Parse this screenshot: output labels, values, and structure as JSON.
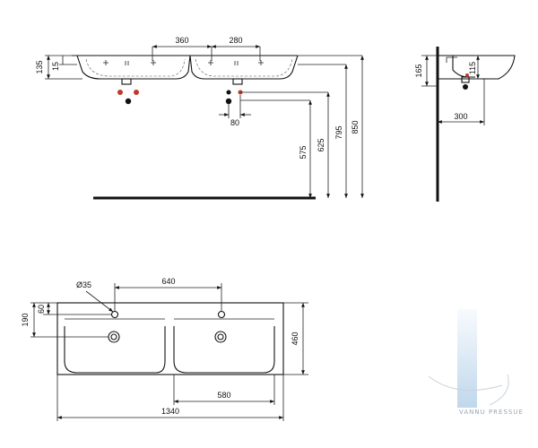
{
  "front_view": {
    "dims": {
      "d360": "360",
      "d280": "280",
      "d135": "135",
      "d15": "15",
      "d80": "80",
      "d575": "575",
      "d625": "625",
      "d795": "795",
      "d850": "850"
    }
  },
  "side_view": {
    "dims": {
      "d165": "165",
      "d115": "115",
      "d300": "300"
    }
  },
  "plan_view": {
    "dims": {
      "d35": "Ø35",
      "d640": "640",
      "d190": "190",
      "d60": "60",
      "d460": "460",
      "d580": "580",
      "d1340": "1340"
    }
  },
  "watermark": {
    "text": "VANNU PRESSUE",
    "accent_color": "#b9d3ea"
  }
}
